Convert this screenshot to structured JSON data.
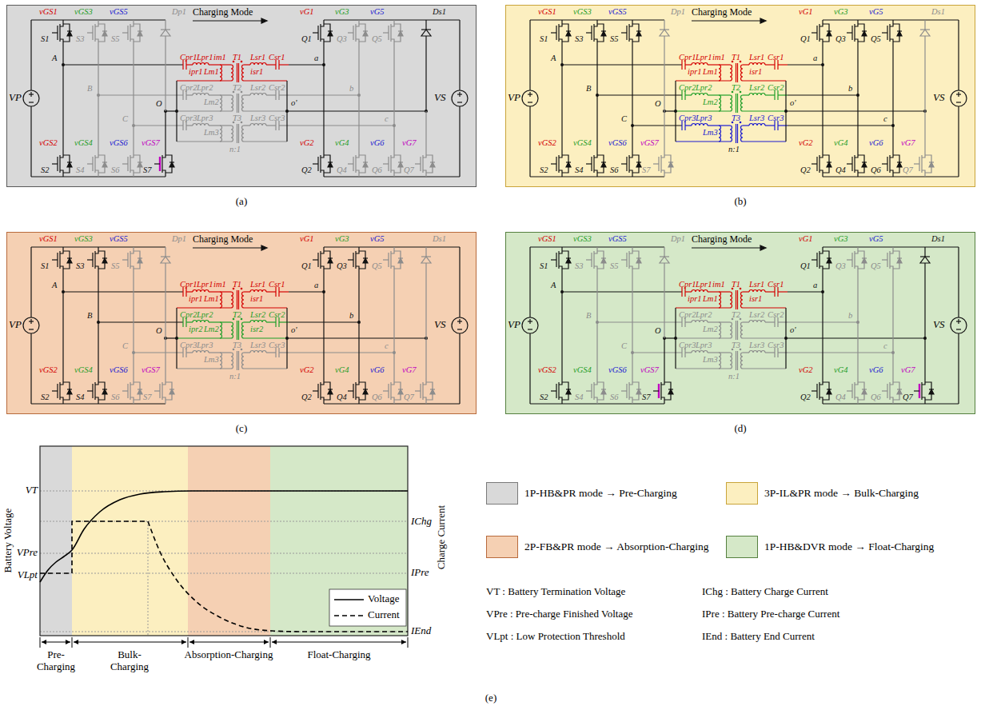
{
  "diagram": {
    "nodes": [
      {
        "text": [
          "Charging Mode",
          "(a)"
        ]
      },
      {
        "text": [
          "Charging Mode",
          "(b)"
        ]
      },
      {
        "text": [
          "Charging Mode",
          "(c)"
        ]
      },
      {
        "text": [
          "Charging Mode",
          "(d)"
        ]
      }
    ],
    "labels": [
      "vGS1",
      "vGS3",
      "vGS5",
      "Dp1",
      "vG1",
      "vG3",
      "vG5",
      "Ds1",
      "S1",
      "S3",
      "S5",
      "Q1",
      "Q3",
      "Q5",
      "VP",
      "A",
      "Cpr1",
      "Lpr1",
      "im1",
      "T1",
      "Lsr1",
      "Csr1",
      "a",
      "VS",
      "ipr1",
      "Lm1",
      "isr1",
      "B",
      "Cpr2",
      "Lpr2",
      "T2",
      "Lsr2",
      "Csr2",
      "b",
      "Lm2",
      "O",
      "o'",
      "C",
      "Cpr3",
      "Lpr3",
      "T3",
      "Lsr3",
      "Csr3",
      "c",
      "Lm3",
      "n:1",
      "vGS2",
      "vGS4",
      "vGS6",
      "vGS7",
      "vG2",
      "vG4",
      "vG6",
      "vG7",
      "S2",
      "S4",
      "S6",
      "S7",
      "Q2",
      "Q4",
      "Q6",
      "Q7",
      "vGS1",
      "vGS3",
      "vGS5",
      "Dp1",
      "vG1",
      "vG3",
      "vG5",
      "Ds1",
      "S1",
      "S3",
      "S5",
      "Q1",
      "Q3",
      "Q5",
      "VP",
      "A",
      "Cpr1",
      "Lpr1",
      "im1",
      "T1",
      "Lsr1",
      "Csr1",
      "a",
      "VS",
      "ipr1",
      "Lm1",
      "isr1",
      "B",
      "Cpr2",
      "Lpr2",
      "T2",
      "Lsr2",
      "Csr2",
      "b",
      "Lm2",
      "O",
      "o'",
      "C",
      "Cpr3",
      "Lpr3",
      "T3",
      "Lsr3",
      "Csr3",
      "c",
      "Lm3",
      "n:1",
      "vGS2",
      "vGS4",
      "vGS6",
      "vGS7",
      "vG2",
      "vG4",
      "vG6",
      "vG7",
      "S2",
      "S4",
      "S6",
      "S7",
      "Q2",
      "Q4",
      "Q6",
      "Q7",
      "vGS1",
      "vGS3",
      "vGS5",
      "Dp1",
      "vG1",
      "vG3",
      "vG5",
      "Ds1",
      "S1",
      "S3",
      "S5",
      "Q1",
      "Q3",
      "Q5",
      "VP",
      "A",
      "Cpr1",
      "Lpr1",
      "im1",
      "T1",
      "Lsr1",
      "Csr1",
      "a",
      "VS",
      "ipr1",
      "Lm1",
      "isr1",
      "B",
      "Cpr2",
      "Lpr2",
      "T2",
      "Lsr2",
      "Csr2",
      "b",
      "Lm2",
      "O",
      "o'",
      "C",
      "Cpr3",
      "Lpr3",
      "T3",
      "Lsr3",
      "Csr3",
      "c",
      "Lm3",
      "n:1",
      "vGS2",
      "vGS4",
      "vGS6",
      "vGS7",
      "vG2",
      "vG4",
      "vG6",
      "vG7",
      "S2",
      "S4",
      "S6",
      "S7",
      "Q2",
      "Q4",
      "Q6",
      "Q7",
      "ipr2",
      "isr2",
      "vGS1",
      "vGS3",
      "vGS5",
      "Dp1",
      "vG1",
      "vG3",
      "vG5",
      "Ds1",
      "S1",
      "S3",
      "S5",
      "Q1",
      "Q3",
      "Q5",
      "VP",
      "A",
      "Cpr1",
      "Lpr1",
      "im1",
      "T1",
      "Lsr1",
      "Csr1",
      "a",
      "VS",
      "ipr1",
      "Lm1",
      "isr1",
      "B",
      "Cpr2",
      "Lpr2",
      "T2",
      "Lsr2",
      "Csr2",
      "b",
      "Lm2",
      "O",
      "o'",
      "C",
      "Cpr3",
      "Lpr3",
      "T3",
      "Lsr3",
      "Csr3",
      "c",
      "Lm3",
      "n:1",
      "vGS2",
      "vGS4",
      "vGS6",
      "vGS7",
      "vG2",
      "vG4",
      "vG6",
      "vG7",
      "S2",
      "S4",
      "S6",
      "S7",
      "Q2",
      "Q4",
      "Q6",
      "Q7",
      "Battery Voltage",
      "Charge Current",
      "VT",
      "VPre",
      "VLpt",
      "IChg",
      "IPre",
      "IEnd",
      "Pre-Charging",
      "Bulk-Charging",
      "Absorption-Charging",
      "Float-Charging",
      "(e)",
      "VT : Battery Termination Voltage",
      "IChg : Battery Charge Current",
      "VPre : Pre-charge Finished Voltage",
      "IPre : Battery Pre-charge Current",
      "VLpt : Low Protection Threshold",
      "IEnd : Battery End Current"
    ],
    "legend": [
      {
        "text": "1P-HB&PR mode → Pre-Charging",
        "color": "#d9d9d9"
      },
      {
        "text": "3P-IL&PR mode → Bulk-Charging",
        "color": "#fcefc0"
      },
      {
        "text": "2P-FB&PR mode → Absorption-Charging",
        "color": "#f5d0b3"
      },
      {
        "text": "1P-HB&DVR mode → Float-Charging",
        "color": "#d5e8c8"
      },
      {
        "text": "Voltage"
      },
      {
        "text": "Current"
      }
    ]
  }
}
